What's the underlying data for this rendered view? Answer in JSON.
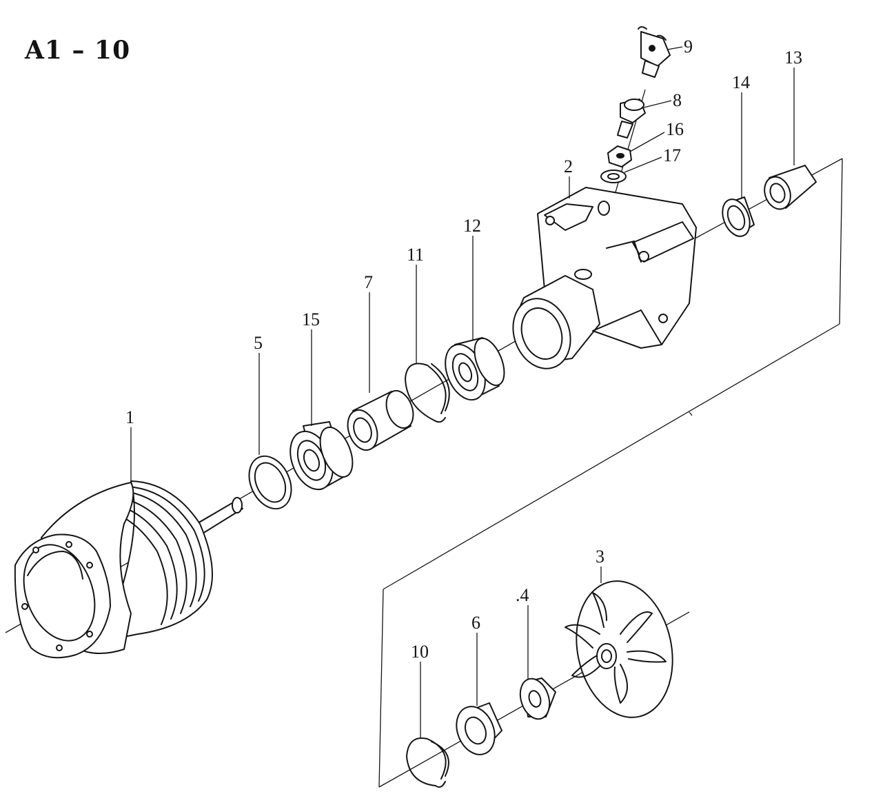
{
  "diagram": {
    "title": "A1 – 10",
    "callouts": {
      "c1": "1",
      "c2": "2",
      "c3": "3",
      "c4": ".4",
      "c5": "5",
      "c6": "6",
      "c7": "7",
      "c8": "8",
      "c9": "9",
      "c10": "10",
      "c11": "11",
      "c12": "12",
      "c13": "13",
      "c14": "14",
      "c15": "15",
      "c16": "16",
      "c17": "17"
    }
  },
  "colors": {
    "ink": "#141414",
    "paper": "#ffffff"
  }
}
